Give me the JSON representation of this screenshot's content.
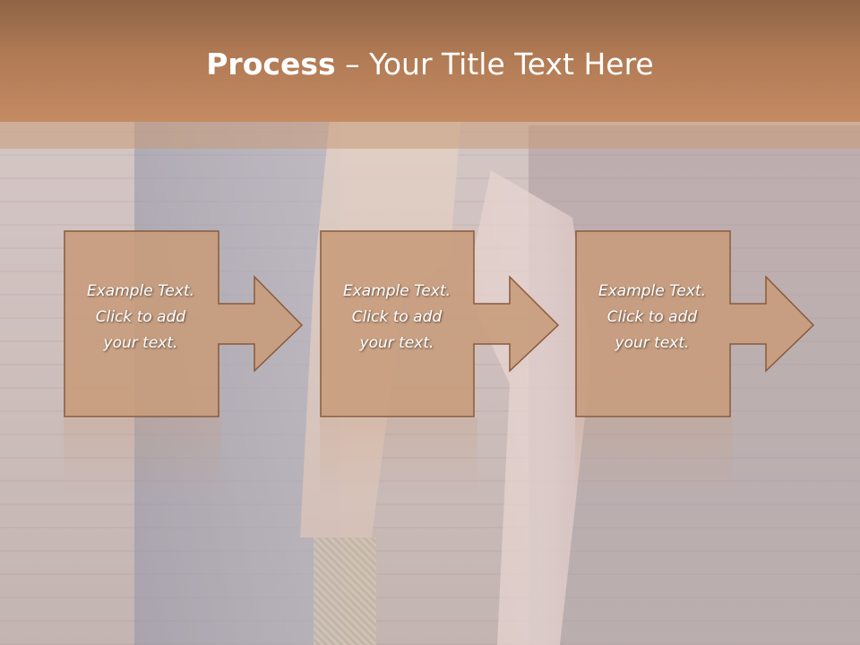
{
  "title": {
    "bold": "Process",
    "rest": " – Your Title Text Here"
  },
  "steps": [
    {
      "line1": "Example Text.",
      "line2": "Click  to add",
      "line3": "your text."
    },
    {
      "line1": "Example Text.",
      "line2": "Click  to add",
      "line3": "your text."
    },
    {
      "line1": "Example Text.",
      "line2": "Click  to add",
      "line3": "your text."
    }
  ],
  "colors": {
    "title_bar": "#b07a54",
    "step_fill": "#c89c7c",
    "step_stroke": "#8a5a3a",
    "text": "#ffffff"
  }
}
